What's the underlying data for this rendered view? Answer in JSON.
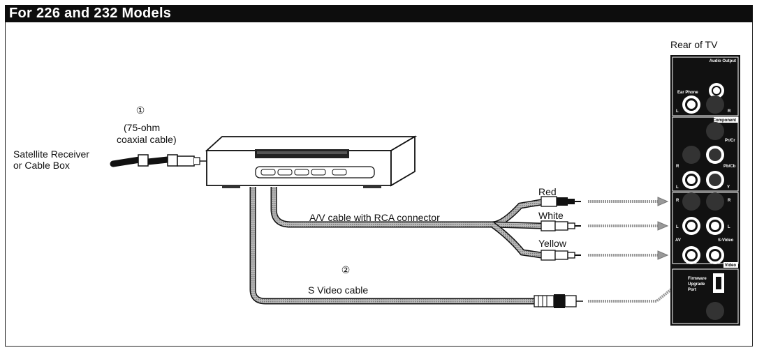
{
  "title": "For 226 and 232 Models",
  "labels": {
    "step1": "①",
    "step2": "②",
    "coax_line1": "(75-ohm",
    "coax_line2": "coaxial cable)",
    "source_line1": "Satellite Receiver",
    "source_line2": "or Cable Box",
    "rear_of_tv": "Rear of TV",
    "av_cable": "A/V cable with RCA connector",
    "svideo_cable": "S Video cable",
    "red": "Red",
    "white": "White",
    "yellow": "Yellow"
  },
  "tv_panel": {
    "audio_output": "Audio Output",
    "ear_phone": "Ear Phone",
    "left": "L",
    "right": "R",
    "component": "Component",
    "pr_cr": "Pr/Cr",
    "pb_cb": "Pb/Cb",
    "y": "Y",
    "av": "AV",
    "s_video": "S-Video",
    "video": "Video",
    "firmware_line1": "Firmware",
    "firmware_line2": "Upgrade",
    "firmware_line3": "Port"
  }
}
